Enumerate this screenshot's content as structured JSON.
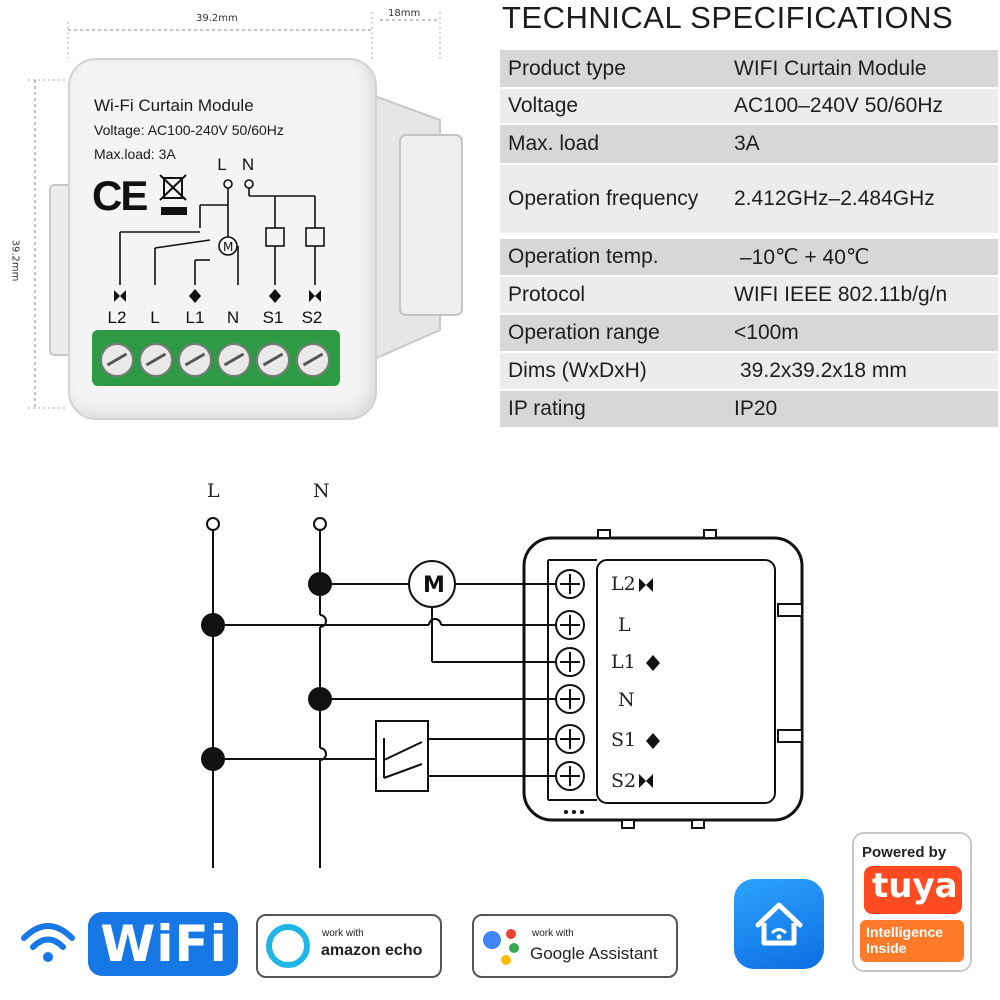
{
  "dimensions": {
    "width": "39.2mm",
    "depth": "18mm",
    "height": "39.2mm"
  },
  "module": {
    "title": "Wi-Fi Curtain Module",
    "voltage": "Voltage: AC100-240V 50/60Hz",
    "max_load": "Max.load: 3A",
    "ce_mark": "CE",
    "top_labels": [
      "L",
      "N"
    ],
    "motor_symbol": "M",
    "terminals": [
      "L2",
      "L",
      "L1",
      "N",
      "S1",
      "S2"
    ]
  },
  "specs": {
    "title": "TECHNICAL SPECIFICATIONS",
    "rows": [
      {
        "key": "Product type",
        "value": "WIFI Curtain Module"
      },
      {
        "key": "Voltage",
        "value": "AC100–240V 50/60Hz"
      },
      {
        "key": "Max. load",
        "value": "3A"
      },
      {
        "key": "Operation frequency",
        "value": "2.412GHz–2.484GHz"
      },
      {
        "key": "Operation temp.",
        "value": "–10℃ + 40℃"
      },
      {
        "key": "Protocol",
        "value": "WIFI  IEEE 802.11b/g/n"
      },
      {
        "key": "Operation range",
        "value": "<100m"
      },
      {
        "key": "Dims (WxDxH)",
        "value": "39.2x39.2x18 mm"
      },
      {
        "key": "IP rating",
        "value": "IP20"
      }
    ],
    "colors": {
      "shaded": "#d7d7d7",
      "light": "#ececec"
    }
  },
  "wiring": {
    "line_label": "L",
    "neutral_label": "N",
    "motor_label": "M",
    "terminals": [
      "L2",
      "L",
      "L1",
      "N",
      "S1",
      "S2"
    ]
  },
  "logos": {
    "wifi": "WiFi",
    "alexa_small": "work with",
    "alexa_name": "amazon echo",
    "google_small": "work with",
    "google_name": "Google Assistant",
    "tuya_powered": "Powered by",
    "tuya_name": "tuya",
    "tuya_inside": "Intelligence Inside",
    "colors": {
      "wifi_blue": "#1677e5",
      "alexa_cyan": "#1fb6e6",
      "tuya_orange": "#ff4a22",
      "terminal_green": "#2f9a45"
    }
  }
}
